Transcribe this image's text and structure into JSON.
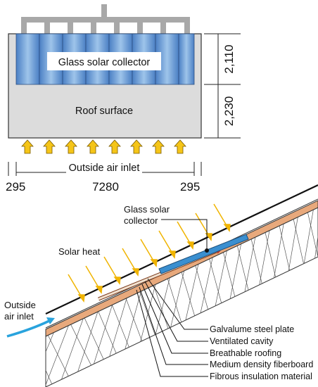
{
  "top": {
    "collector_label": "Glass solar collector",
    "roof_label": "Roof surface",
    "inlet_label": "Outside air inlet",
    "dim_left": "295",
    "dim_center": "7280",
    "dim_right": "295",
    "dim_upper": "2,110",
    "dim_lower": "2,230",
    "colors": {
      "roof": "#dcdcdc",
      "collector": "#6d9fd6",
      "manifold": "#a8a8a8",
      "arrow": "#f5c518"
    }
  },
  "section": {
    "collector_label_line1": "Glass solar",
    "collector_label_line2": "collector",
    "solar_heat_label": "Solar heat",
    "air_inlet_line1": "Outside",
    "air_inlet_line2": "air inlet",
    "layers": [
      "Galvalume steel plate",
      "Ventilated cavity",
      "Breathable roofing",
      "Medium density fiberboard",
      "Fibrous insulation material"
    ],
    "colors": {
      "collector": "#3a8fd0",
      "fiberboard": "#e8a97c",
      "sun_arrow": "#f0b400",
      "air_arrow": "#29a3dd"
    }
  }
}
